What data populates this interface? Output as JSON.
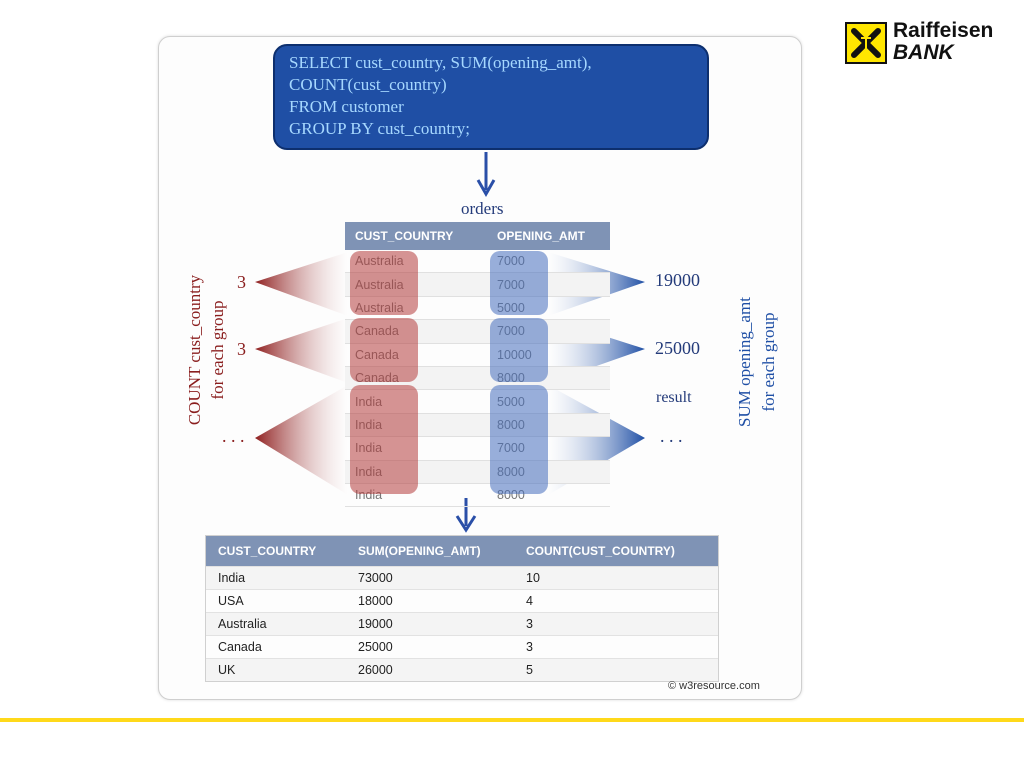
{
  "brand": {
    "line1": "Raiffeisen",
    "line2": "BANK"
  },
  "sql": {
    "lines": [
      "SELECT cust_country, SUM(opening_amt),",
      "COUNT(cust_country)",
      "FROM customer",
      "GROUP BY cust_country;"
    ]
  },
  "orders_label": "orders",
  "orders_table": {
    "headers": [
      "CUST_COUNTRY",
      "OPENING_AMT"
    ],
    "rows": [
      [
        "Australia",
        "7000"
      ],
      [
        "Australia",
        "7000"
      ],
      [
        "Australia",
        "5000"
      ],
      [
        "Canada",
        "7000"
      ],
      [
        "Canada",
        "10000"
      ],
      [
        "Canada",
        "8000"
      ],
      [
        "India",
        "5000"
      ],
      [
        "India",
        "8000"
      ],
      [
        "India",
        "7000"
      ],
      [
        "India",
        "8000"
      ],
      [
        "India",
        "8000"
      ]
    ]
  },
  "left_annotation": {
    "line1": "COUNT cust_country",
    "line2": "for each group",
    "counts": [
      "3",
      "3",
      ". . ."
    ]
  },
  "right_annotation": {
    "line1": "SUM opening_amt",
    "line2": "for each group",
    "sums": [
      "19000",
      "25000",
      ". . ."
    ],
    "result_label": "result"
  },
  "result_table": {
    "headers": [
      "CUST_COUNTRY",
      "SUM(OPENING_AMT)",
      "COUNT(CUST_COUNTRY)"
    ],
    "rows": [
      [
        "India",
        "73000",
        "10"
      ],
      [
        "USA",
        "18000",
        "4"
      ],
      [
        "Australia",
        "19000",
        "3"
      ],
      [
        "Canada",
        "25000",
        "3"
      ],
      [
        "UK",
        "26000",
        "5"
      ]
    ]
  },
  "copyright": "© w3resource.com",
  "colors": {
    "sql_bg": "#1f4fa5",
    "sql_text": "#a6d8ff",
    "red": "#a83232",
    "blue": "#1f4fa5",
    "header": "#7f93b5",
    "rule": "#ffd91a"
  }
}
